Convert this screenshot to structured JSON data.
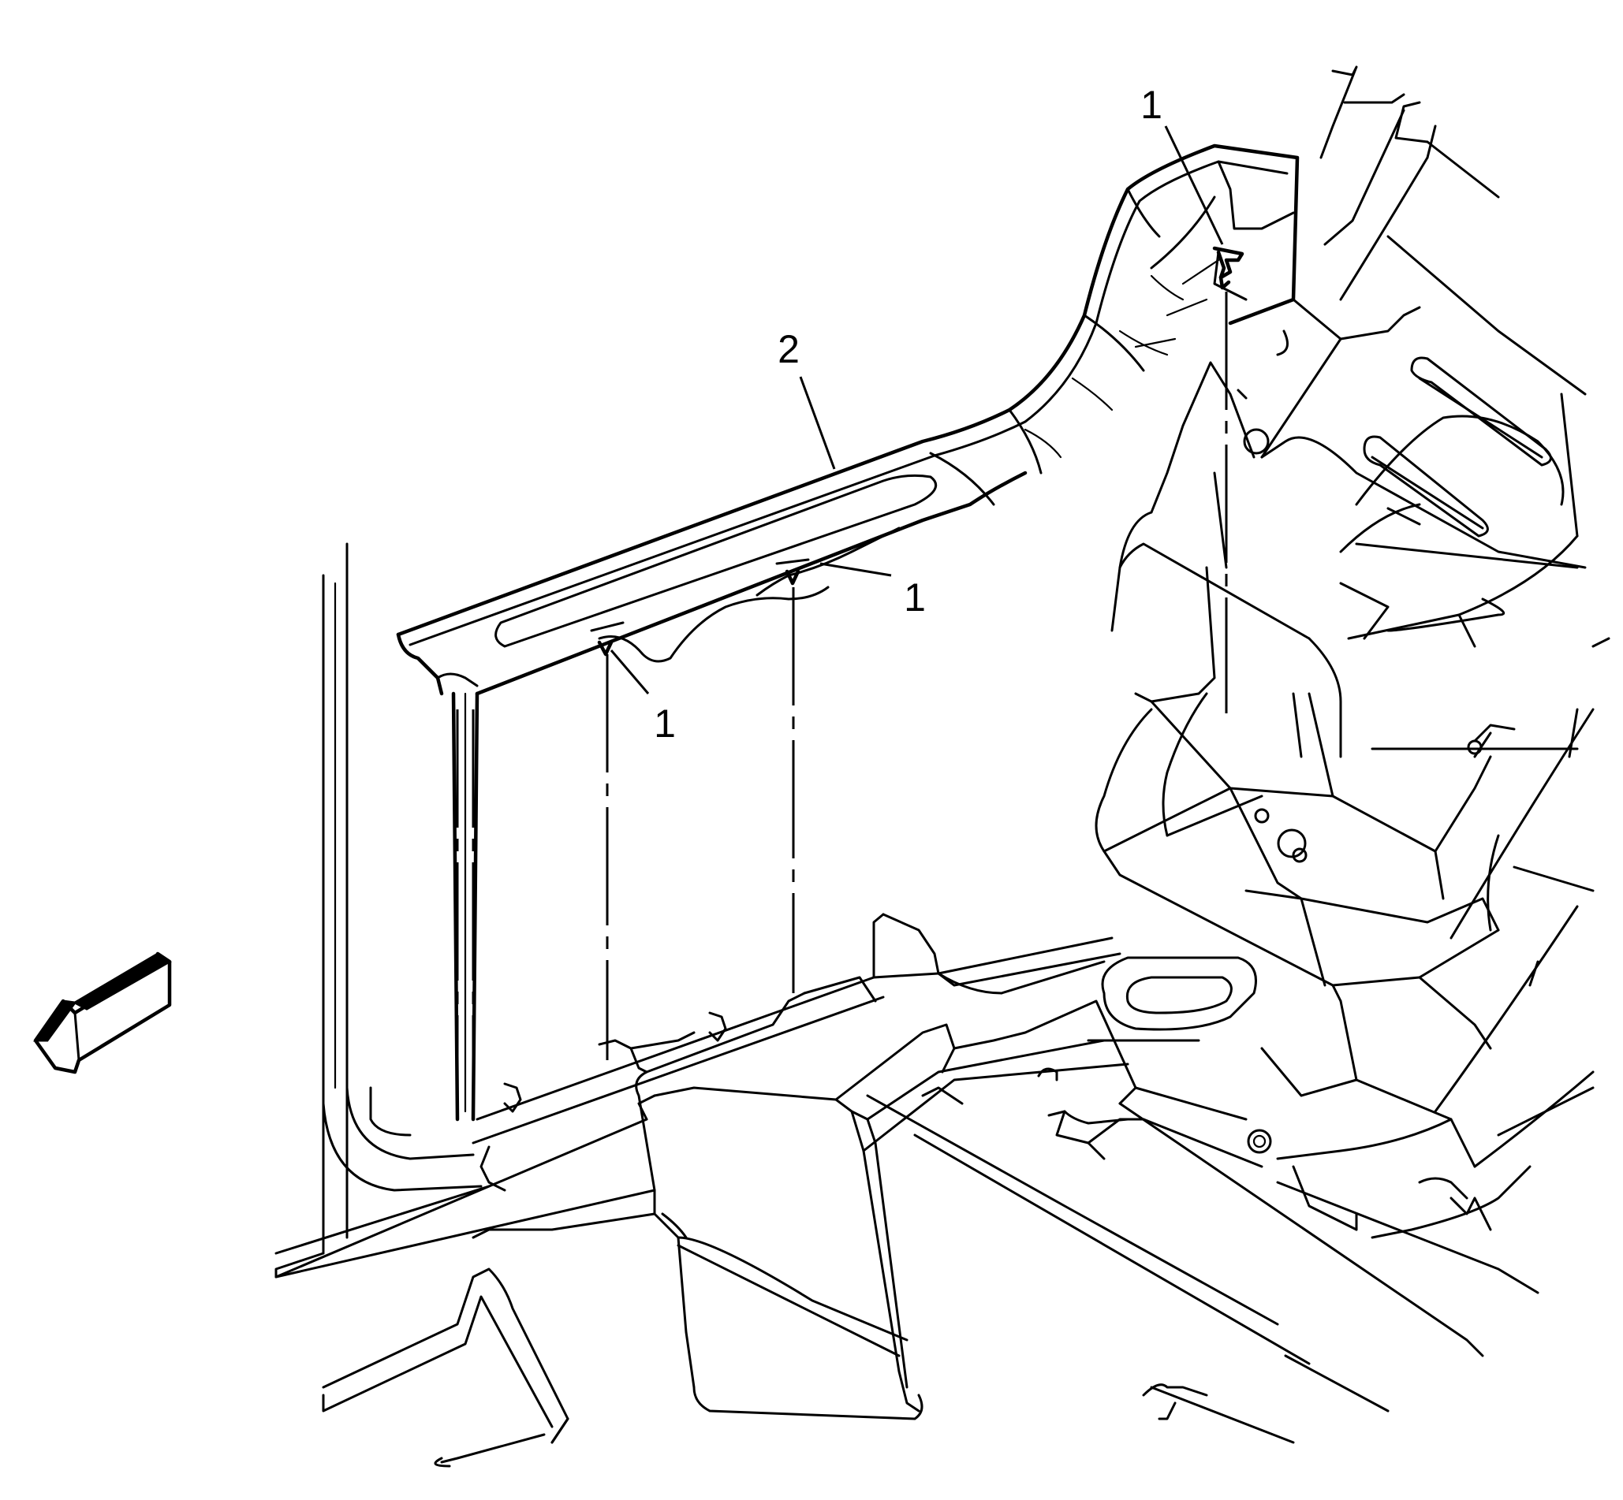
{
  "callouts": [
    {
      "id": "clip-top",
      "text": "1"
    },
    {
      "id": "trim-panel",
      "text": "2"
    },
    {
      "id": "clip-middle",
      "text": "1"
    },
    {
      "id": "clip-lower",
      "text": "1"
    }
  ],
  "direction_arrow": {
    "icon": "front-direction-arrow-icon"
  },
  "colors": {
    "line": "#000000",
    "background": "#ffffff"
  }
}
